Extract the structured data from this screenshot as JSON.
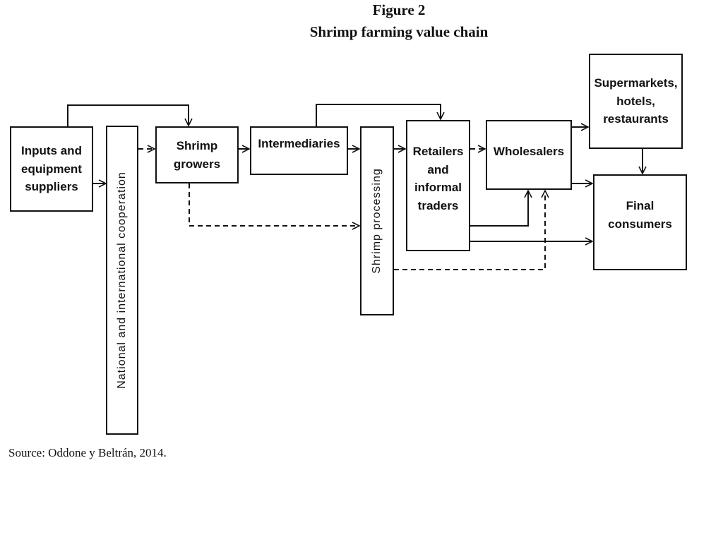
{
  "figure": {
    "title_line1": "Figure 2",
    "title_line2": "Shrimp farming value chain"
  },
  "nodes": {
    "inputs": "Inputs and\nequipment\nsuppliers",
    "cooperation": "National and international cooperation",
    "growers": "Shrimp\ngrowers",
    "intermediaries": "Intermediaries",
    "processing": "Shrimp    processing",
    "retailers": "Retailers\nand\ninformal\ntraders",
    "wholesalers": "Wholesalers",
    "supermarkets": "Supermarkets,\nhotels,\nrestaurants",
    "consumers": "Final\nconsumers"
  },
  "source": "Source: Oddone y Beltrán, 2014."
}
